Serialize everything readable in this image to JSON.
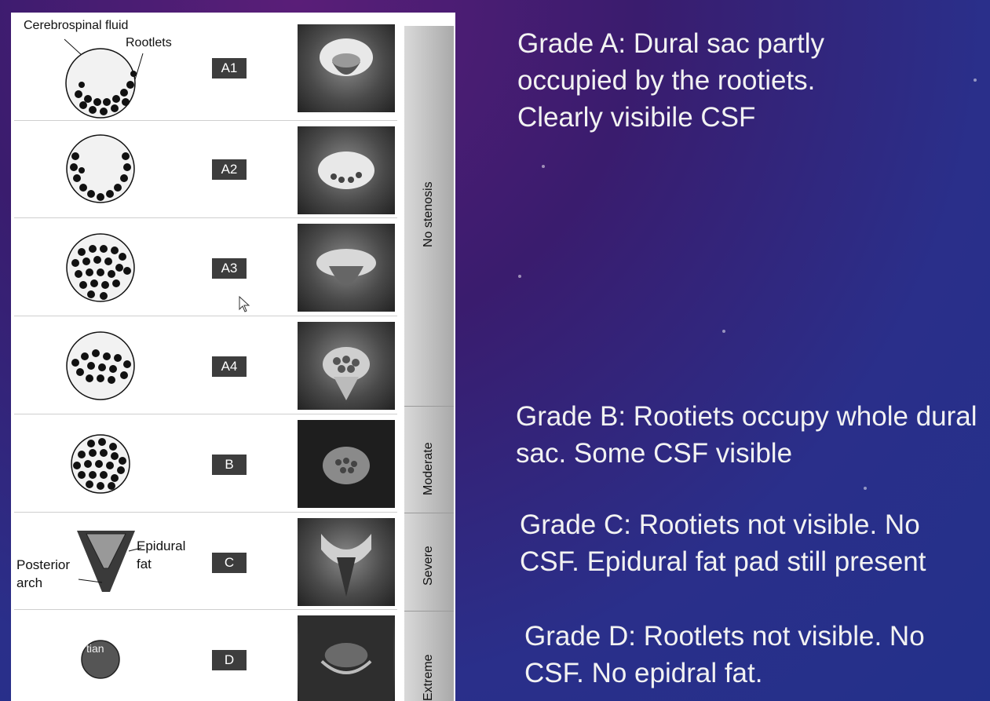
{
  "figure": {
    "annotations": {
      "csf": "Cerebrospinal fluid",
      "rootlets": "Rootlets",
      "epidural_fat": "Epidural\nfat",
      "posterior_arch": "Posterior\narch",
      "partial_d": "tian"
    },
    "rows": [
      {
        "grade": "A1"
      },
      {
        "grade": "A2"
      },
      {
        "grade": "A3"
      },
      {
        "grade": "A4"
      },
      {
        "grade": "B"
      },
      {
        "grade": "C"
      },
      {
        "grade": "D"
      }
    ],
    "severity_bands": [
      {
        "label": "No stenosis"
      },
      {
        "label": "Moderate"
      },
      {
        "label": "Severe"
      },
      {
        "label": "Extreme"
      }
    ]
  },
  "notes": {
    "grade_a": "Grade A: Dural sac partly occupied by the rootiets. Clearly visibile CSF",
    "grade_b": "Grade B: Rootiets occupy whole dural sac. Some CSF visible",
    "grade_c": "Grade C: Rootiets not visible. No CSF. Epidural fat pad still present",
    "grade_d": "Grade D: Rootlets not visible. No CSF. No epidral fat."
  },
  "colors": {
    "background": "#2a2f8a",
    "label_box": "#3d3d3d",
    "note_text": "#f2f2f2"
  }
}
